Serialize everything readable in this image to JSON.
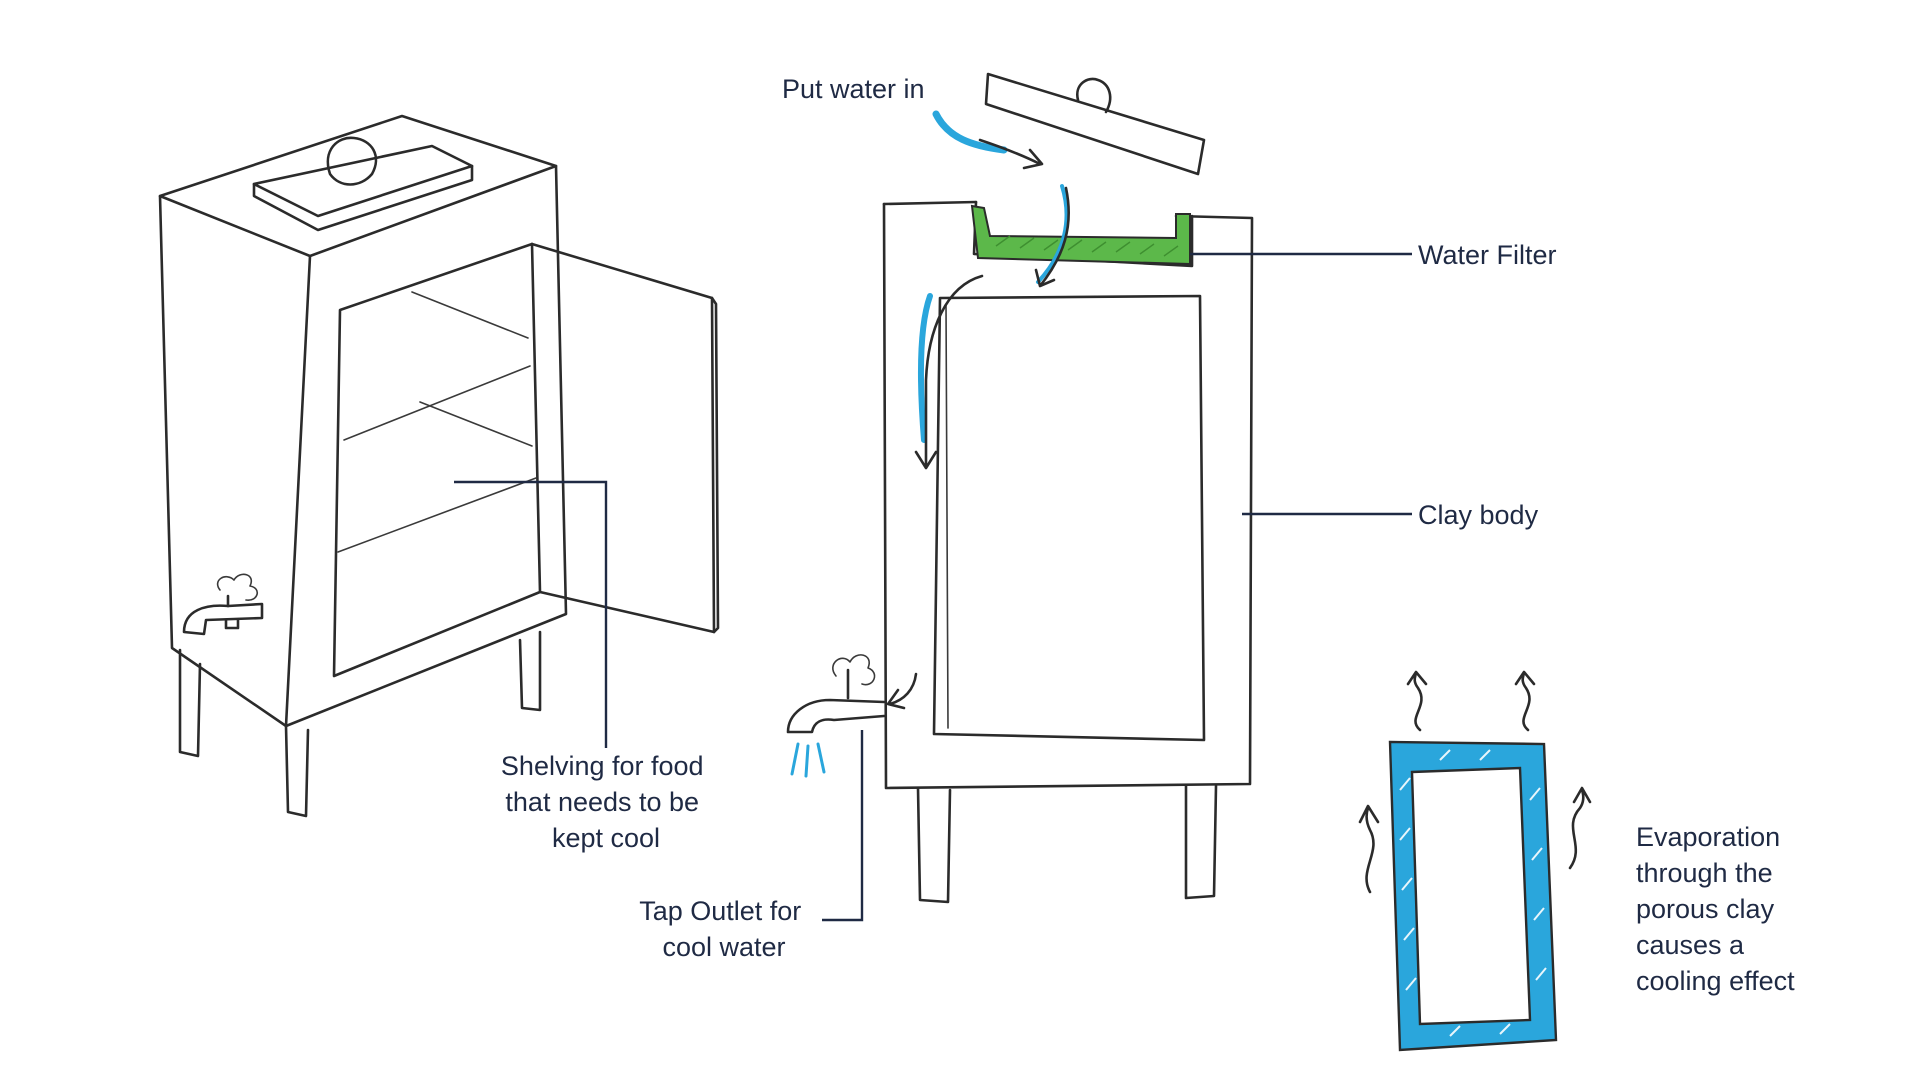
{
  "labels": {
    "put_water_in": "Put water in",
    "water_filter": "Water Filter",
    "clay_body": "Clay body",
    "shelving": [
      "Shelving for food",
      "that needs to be",
      "kept cool"
    ],
    "tap_outlet": [
      "Tap Outlet for",
      "cool water"
    ],
    "evaporation": [
      "Evaporation",
      "through the",
      "porous clay",
      "causes a",
      "cooling effect"
    ]
  },
  "colors": {
    "line": "#2b2b2b",
    "leader": "#1f2a44",
    "water": "#2aa6dc",
    "filter": "#5cb84a",
    "clay_wall": "#2aa6dc"
  }
}
